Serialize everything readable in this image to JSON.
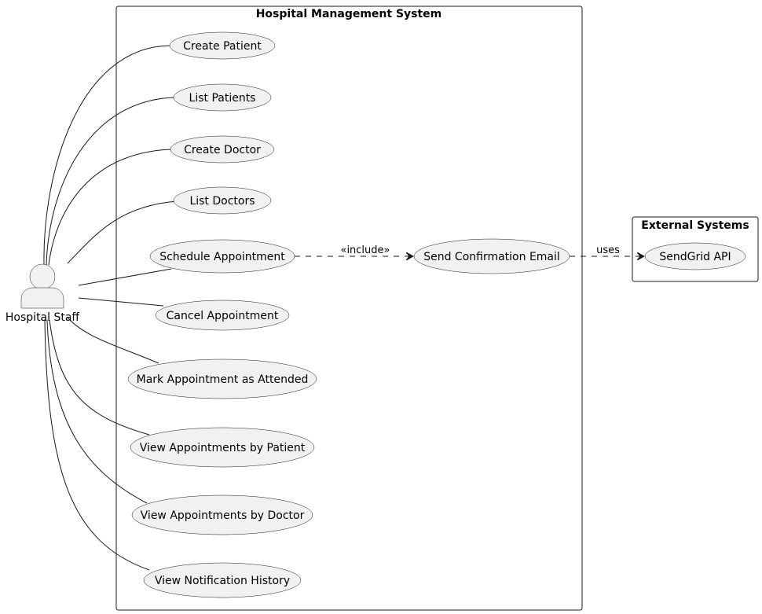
{
  "diagram": {
    "type": "use-case",
    "actor": {
      "label": "Hospital Staff"
    },
    "systems": [
      {
        "id": "hms",
        "title": "Hospital Management System"
      },
      {
        "id": "ext",
        "title": "External Systems"
      }
    ],
    "use_cases": [
      {
        "id": "create-patient",
        "label": "Create Patient",
        "system": "hms"
      },
      {
        "id": "list-patients",
        "label": "List Patients",
        "system": "hms"
      },
      {
        "id": "create-doctor",
        "label": "Create Doctor",
        "system": "hms"
      },
      {
        "id": "list-doctors",
        "label": "List Doctors",
        "system": "hms"
      },
      {
        "id": "schedule-appointment",
        "label": "Schedule Appointment",
        "system": "hms"
      },
      {
        "id": "cancel-appointment",
        "label": "Cancel Appointment",
        "system": "hms"
      },
      {
        "id": "mark-attended",
        "label": "Mark Appointment as Attended",
        "system": "hms"
      },
      {
        "id": "view-by-patient",
        "label": "View Appointments by Patient",
        "system": "hms"
      },
      {
        "id": "view-by-doctor",
        "label": "View Appointments by Doctor",
        "system": "hms"
      },
      {
        "id": "view-notification-history",
        "label": "View Notification History",
        "system": "hms"
      },
      {
        "id": "send-confirmation-email",
        "label": "Send Confirmation Email",
        "system": "hms"
      },
      {
        "id": "sendgrid-api",
        "label": "SendGrid API",
        "system": "ext"
      }
    ],
    "associations": [
      "create-patient",
      "list-patients",
      "create-doctor",
      "list-doctors",
      "schedule-appointment",
      "cancel-appointment",
      "mark-attended",
      "view-by-patient",
      "view-by-doctor",
      "view-notification-history"
    ],
    "dependencies": [
      {
        "from": "schedule-appointment",
        "to": "send-confirmation-email",
        "label": "«include»"
      },
      {
        "from": "send-confirmation-email",
        "to": "sendgrid-api",
        "label": "uses"
      }
    ]
  }
}
